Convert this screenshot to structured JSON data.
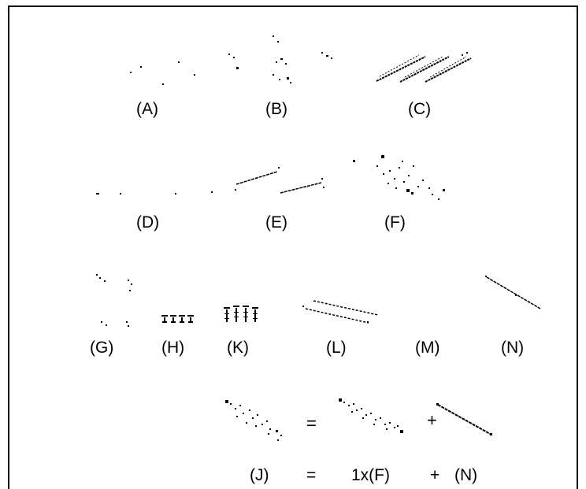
{
  "labels": {
    "A": "(A)",
    "B": "(B)",
    "C": "(C)",
    "D": "(D)",
    "E": "(E)",
    "F": "(F)",
    "G": "(G)",
    "H": "(H)",
    "K": "(K)",
    "L": "(L)",
    "M": "(M)",
    "N": "(N)"
  },
  "equation": {
    "lhs": "(J)",
    "eq1": "=",
    "term1": "1x(F)",
    "plus1": "+",
    "term2": "(N)",
    "eq_visual": "=",
    "plus_visual": "+"
  },
  "colors": {
    "ink": "#000000",
    "background": "#ffffff"
  }
}
